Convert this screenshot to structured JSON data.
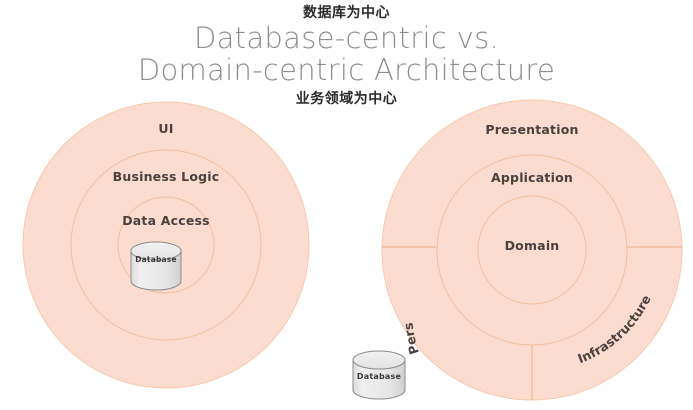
{
  "title": {
    "chinese_top": "数据库为中心",
    "main_line1": "Database-centric vs.",
    "main_line2": "Domain-centric Architecture",
    "chinese_bottom": "业务领域为中心"
  },
  "colors": {
    "ring_fill": "#fbdccf",
    "ring_stroke": "#f4c6a8",
    "label_text": "#4a4040",
    "title_text": "#8d8d8d",
    "chinese_text": "#2b2b2b",
    "cylinder_fill": "#e8e8e8",
    "cylinder_stroke": "#8c8c8c",
    "background": "#ffffff"
  },
  "left_diagram": {
    "name": "database-centric-architecture",
    "rings": [
      {
        "label": "UI",
        "radius": 143
      },
      {
        "label": "Business Logic",
        "radius": 95
      },
      {
        "label": "Data Access",
        "radius": 48
      }
    ],
    "cylinder": {
      "label": "Database"
    }
  },
  "right_diagram": {
    "name": "domain-centric-architecture",
    "rings": [
      {
        "label": "Presentation",
        "radius": 150
      },
      {
        "label": "Application",
        "radius": 95
      },
      {
        "label": "Domain",
        "radius": 54
      }
    ],
    "outer_sectors": [
      {
        "label": "Persistence"
      },
      {
        "label": "Infrastructure"
      }
    ]
  },
  "bottom_cylinder": {
    "label": "Database"
  }
}
